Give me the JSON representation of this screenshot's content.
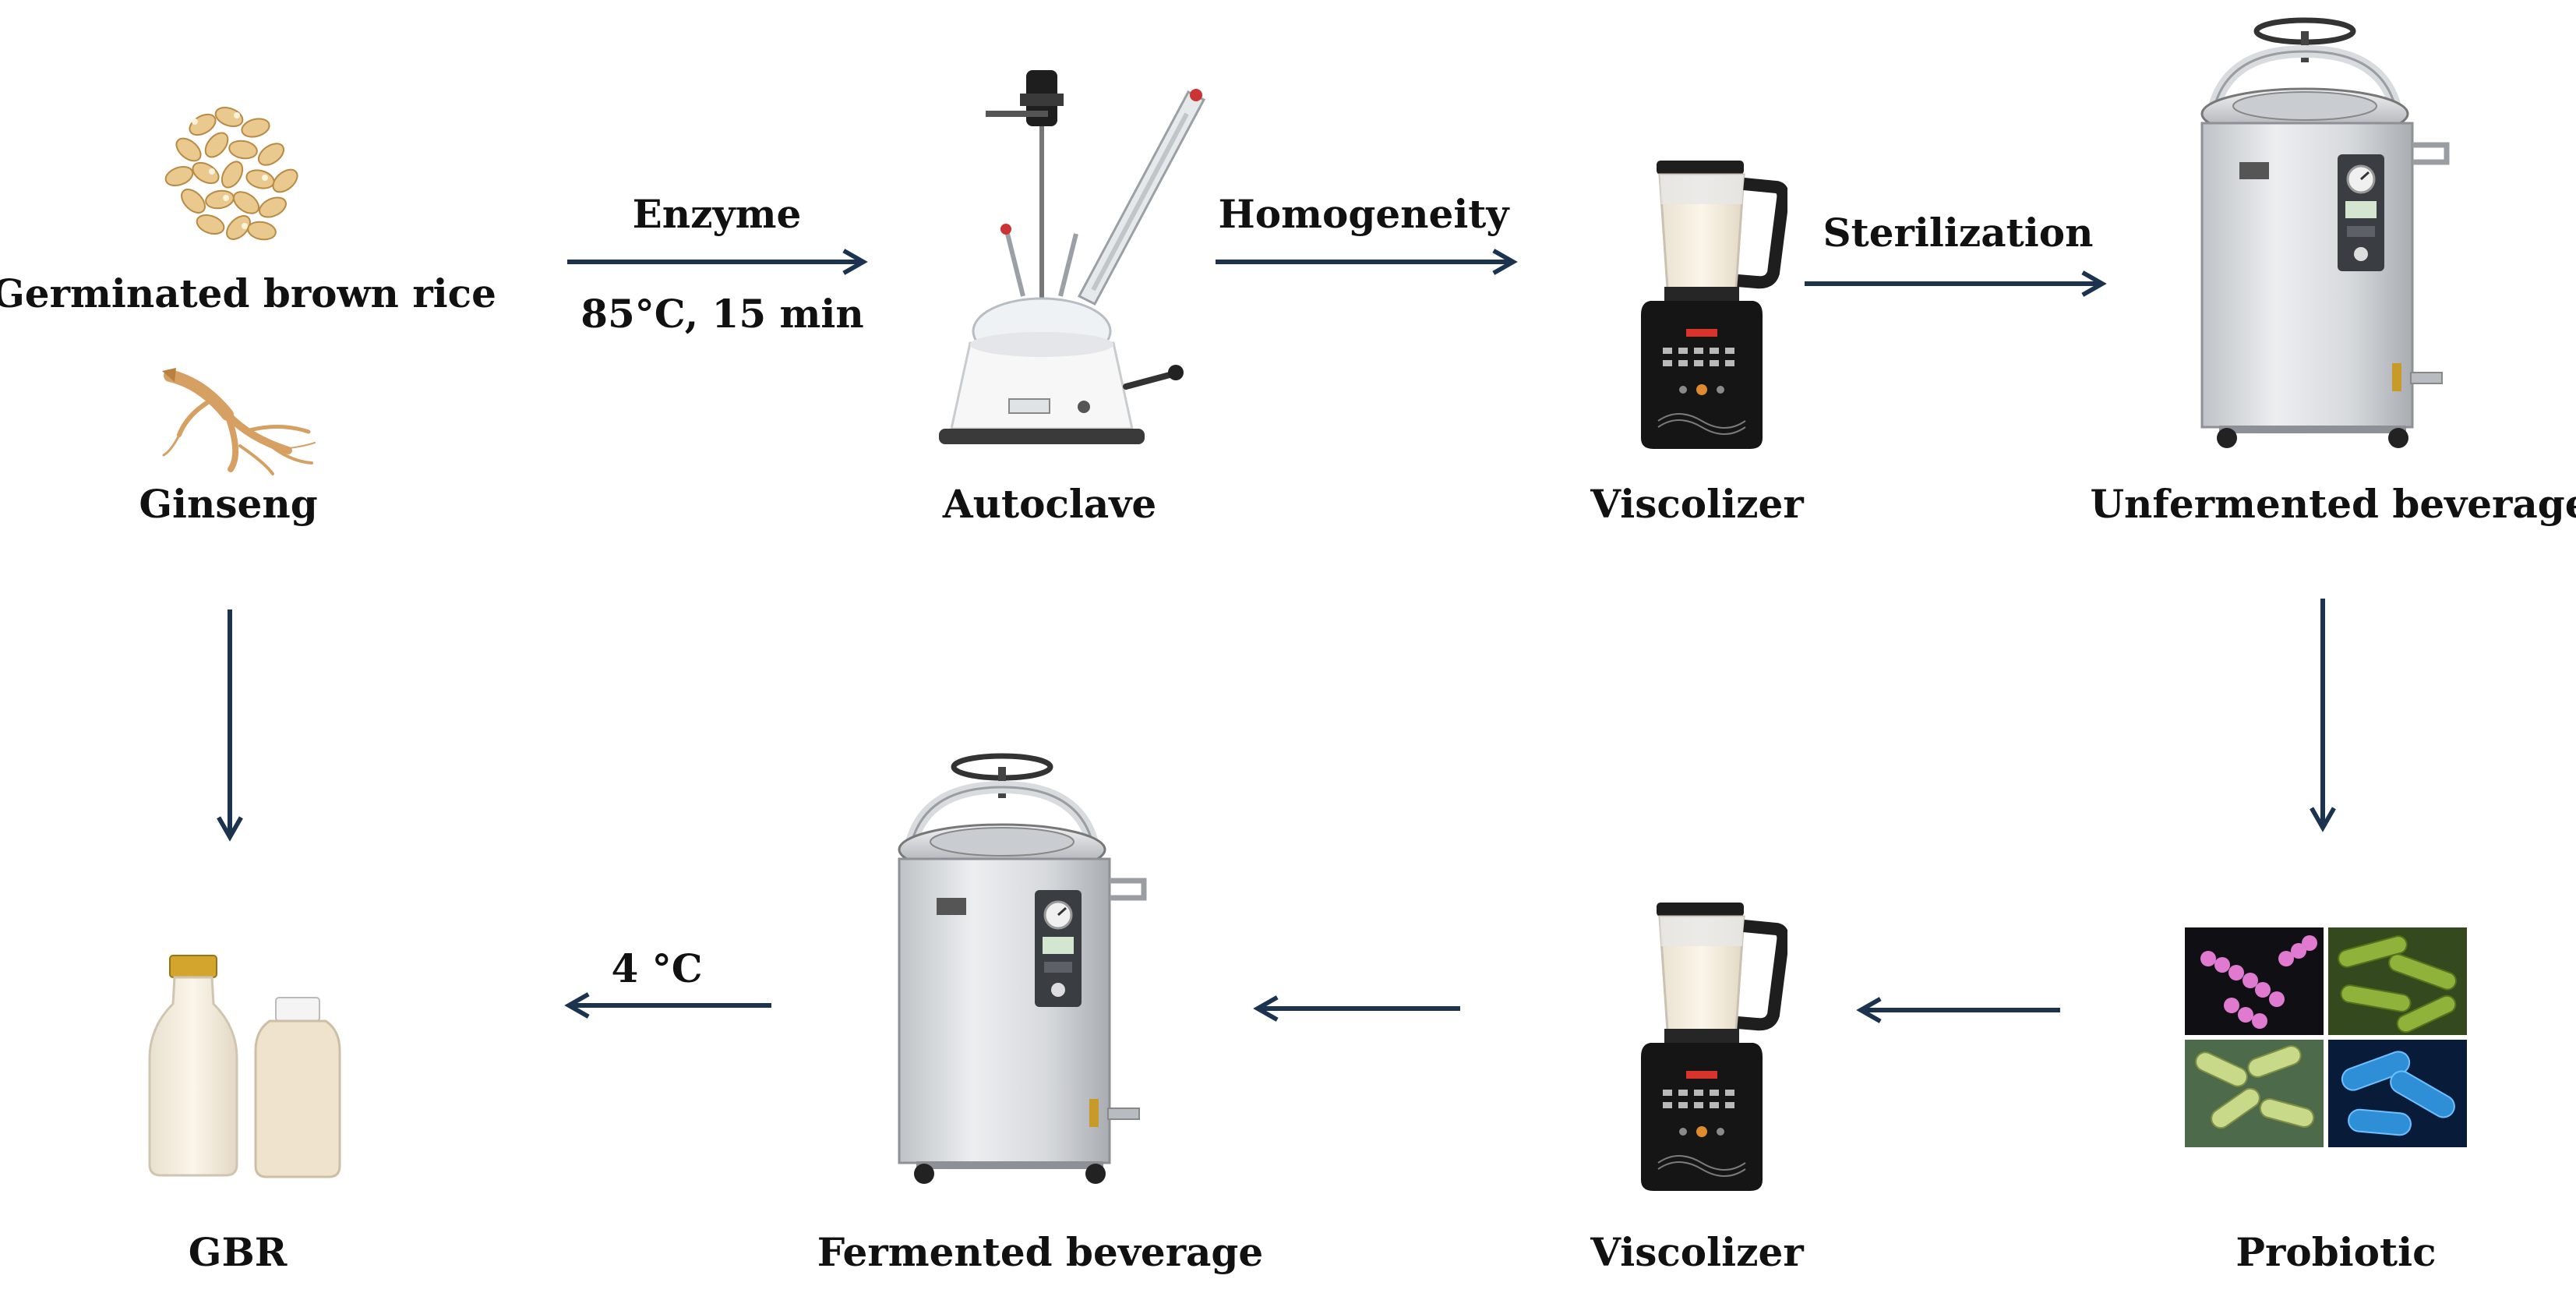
{
  "colors": {
    "arrow": "#1c3350",
    "text": "#111111"
  },
  "nodes": {
    "germinated_brown_rice": "Germinated brown rice",
    "ginseng": "Ginseng",
    "autoclave": "Autoclave",
    "viscolizer_top": "Viscolizer",
    "unfermented_beverage": "Unfermented beverage",
    "probiotic": "Probiotic",
    "viscolizer_bottom": "Viscolizer",
    "fermented_beverage": "Fermented beverage",
    "gbr": "GBR"
  },
  "steps": {
    "enzyme": "Enzyme",
    "enzyme_condition": "85°C, 15 min",
    "homogeneity": "Homogeneity",
    "sterilization": "Sterilization",
    "storage": "4 °C"
  },
  "icons": {
    "rice": "germinated-brown-rice-icon",
    "ginseng": "ginseng-root-icon",
    "reactor": "reaction-vessel-icon",
    "blender": "blender-icon",
    "sterilizer": "pressure-sterilizer-icon",
    "microbes": "probiotic-bacteria-icon",
    "bottles": "milk-bottles-icon"
  }
}
